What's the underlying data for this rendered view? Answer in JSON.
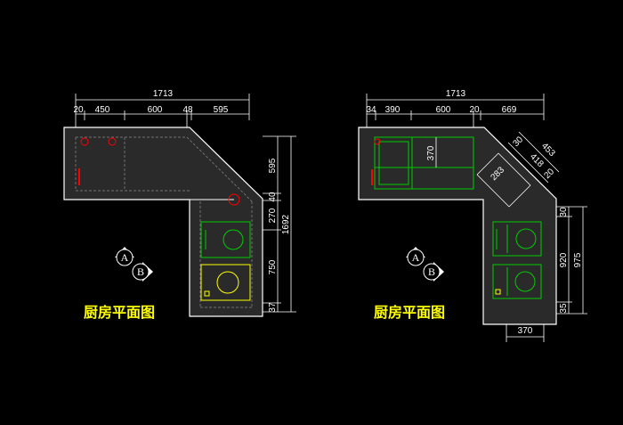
{
  "colors": {
    "background": "#000000",
    "counter_fill": "#2a2a2a",
    "outline": "#ffffff",
    "dimension": "#ffffff",
    "title": "#ffff00",
    "appliance": "#00cc00",
    "marker_red": "#ff0000",
    "cabinet_line": "#8a8a8a"
  },
  "left_plan": {
    "title": "厨房平面图",
    "top_total": "1713",
    "top_segments": [
      "20",
      "450",
      "600",
      "48",
      "595"
    ],
    "right_segments": [
      "595",
      "40",
      "270",
      "750",
      "37"
    ],
    "right_total": "1692",
    "markers": [
      "A",
      "B"
    ]
  },
  "right_plan": {
    "title": "厨房平面图",
    "top_total": "1713",
    "top_segments": [
      "34",
      "390",
      "600",
      "20",
      "669"
    ],
    "sink_depth": "370",
    "diag_dims": [
      "30",
      "453",
      "418",
      "20",
      "283"
    ],
    "right_segments": [
      "30",
      "920",
      "35"
    ],
    "right_total": "975",
    "bottom_dim": "370",
    "markers": [
      "A",
      "B"
    ]
  }
}
